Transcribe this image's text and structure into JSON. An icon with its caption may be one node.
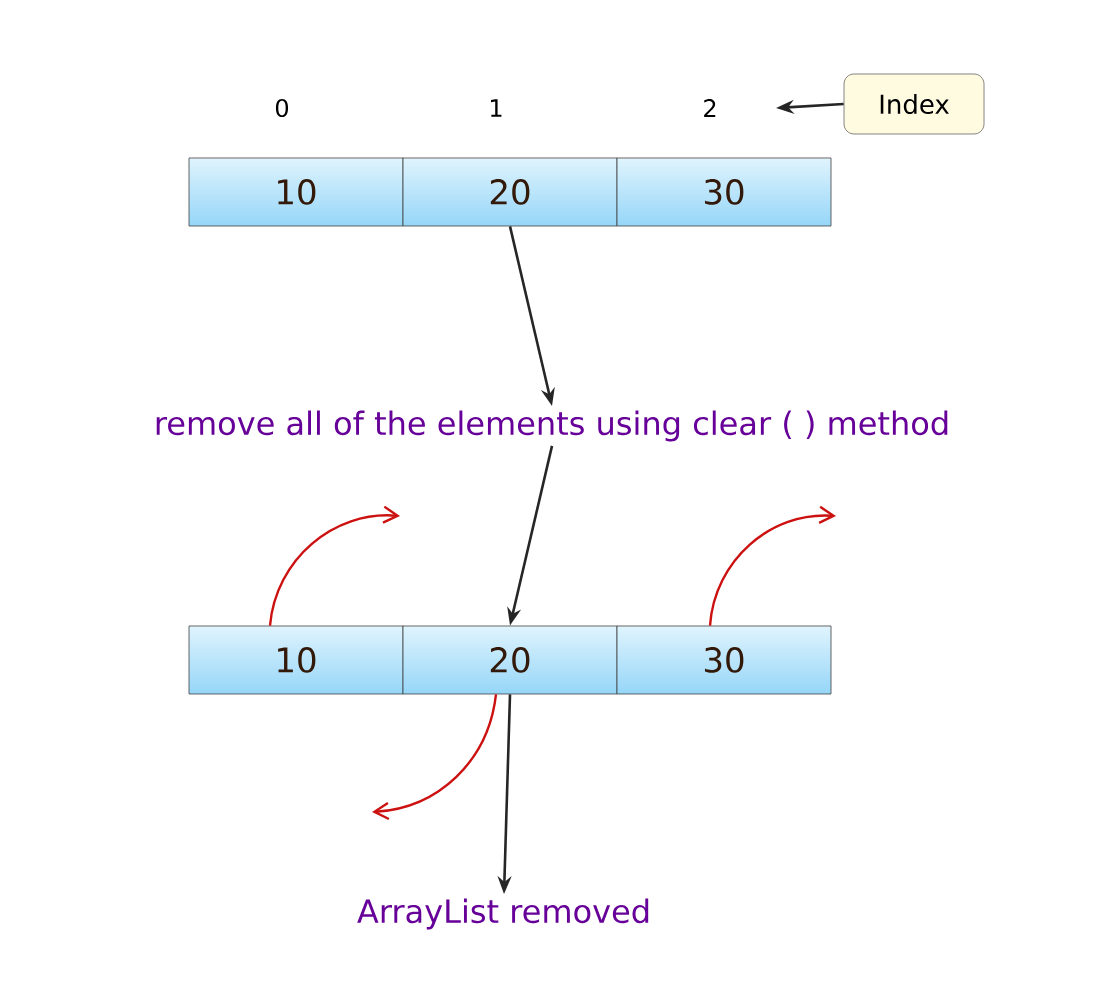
{
  "diagram": {
    "nodes": [
      {
        "text": [
          "Index"
        ]
      },
      {
        "text": [
          "10"
        ]
      },
      {
        "text": [
          "20"
        ]
      },
      {
        "text": [
          "30"
        ]
      },
      {
        "text": [
          "remove all of the elements using clear ( ) method"
        ]
      },
      {
        "text": [
          "10"
        ]
      },
      {
        "text": [
          "20"
        ]
      },
      {
        "text": [
          "30"
        ]
      },
      {
        "text": [
          "ArrayList removed"
        ]
      }
    ],
    "edges": [
      {
        "from": 0,
        "to": null,
        "arrow": "to"
      },
      {
        "from": 2,
        "to": 4,
        "arrow": "to"
      },
      {
        "from": 4,
        "to": 6,
        "arrow": "to"
      },
      {
        "from": 6,
        "to": 8,
        "arrow": "to"
      },
      {
        "from": 5,
        "to": null,
        "arrow": "to",
        "color": "#cc1111"
      },
      {
        "from": 7,
        "to": null,
        "arrow": "to",
        "color": "#cc1111"
      },
      {
        "from": 6,
        "to": null,
        "arrow": "to",
        "color": "#cc1111"
      }
    ],
    "labels": [
      "0",
      "1",
      "2"
    ]
  }
}
